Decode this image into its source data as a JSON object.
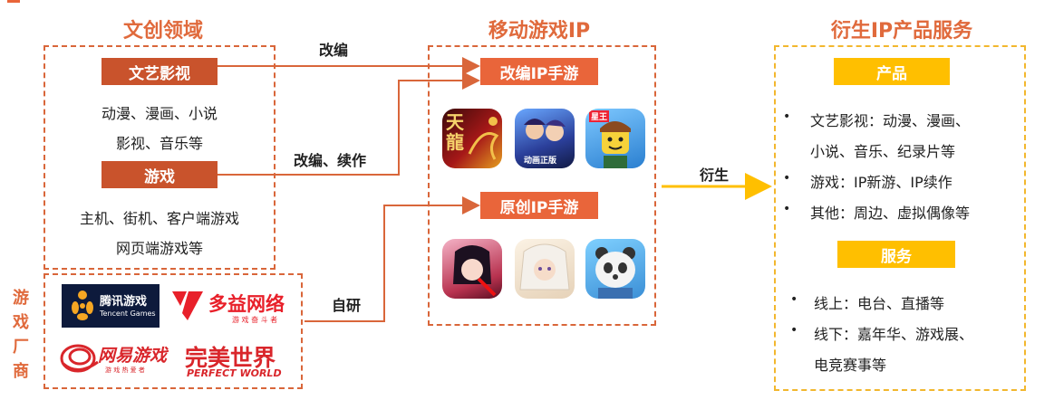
{
  "sections": {
    "left_title": "文创领域",
    "middle_title": "移动游戏IP",
    "right_title": "衍生IP产品服务"
  },
  "left": {
    "film_label": "文艺影视",
    "film_line1": "动漫、漫画、小说",
    "film_line2": "影视、音乐等",
    "game_label": "游戏",
    "game_line1": "主机、街机、客户端游戏",
    "game_line2": "网页端游戏等"
  },
  "vendors": {
    "label": [
      "游",
      "戏",
      "厂",
      "商"
    ],
    "tencent": "腾讯游戏",
    "tencent_en": "Tencent Games",
    "duoyi": "多益网络",
    "duoyi_sub": "游 戏 奋 斗 者",
    "netease": "网易游戏",
    "netease_sub": "游 戏 热 爱 者",
    "perfect": "完美世界",
    "perfect_en": "PERFECT WORLD"
  },
  "arrows": {
    "adapt": "改编",
    "adapt_continue": "改编、续作",
    "self_dev": "自研",
    "derive": "衍生"
  },
  "middle": {
    "adapted_label": "改编IP手游",
    "original_label": "原创IP手游",
    "app1_text": "天龍",
    "app2_text": "动画正版",
    "app3_text": "星王"
  },
  "right": {
    "product_label": "产品",
    "p1_line1": "文艺影视：动漫、漫画、",
    "p1_line2": "小说、音乐、纪录片等",
    "p2": "游戏：IP新游、IP续作",
    "p3": "其他：周边、虚拟偶像等",
    "service_label": "服务",
    "s1": "线上：电台、直播等",
    "s2_line1": "线下：嘉年华、游戏展、",
    "s2_line2": "电竞赛事等",
    "bullet": "•"
  },
  "colors": {
    "orange_dark": "#C9532C",
    "orange": "#E9653A",
    "title_orange": "#E06A3C",
    "yellow": "#FFBF00",
    "yellow_dash": "#F2B72E"
  }
}
